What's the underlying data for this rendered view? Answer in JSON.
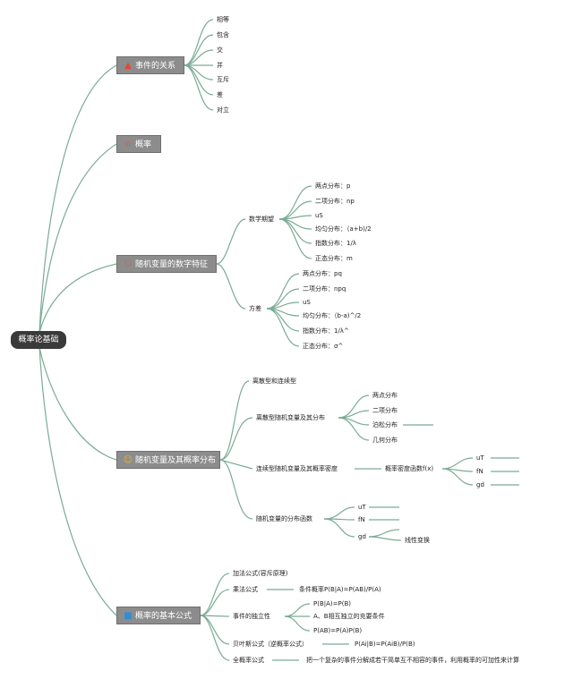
{
  "root": "概率论基础",
  "topics": {
    "relations": {
      "label": "事件的关系",
      "icon": "fire-icon",
      "items": [
        "相等",
        "包含",
        "交",
        "并",
        "互斥",
        "差",
        "对立"
      ]
    },
    "probability": {
      "label": "概率",
      "icon": "star-icon"
    },
    "numeric": {
      "label": "随机变量的数字特征",
      "icon": "heart-icon",
      "expectation": {
        "label": "数学期望",
        "items": [
          "两点分布：p",
          "二项分布：np",
          "uS",
          "均匀分布：（a+b)/2",
          "指数分布：1/λ",
          "正态分布：m"
        ]
      },
      "variance": {
        "label": "方差",
        "items": [
          "两点分布：pq",
          "二项分布：npq",
          "uS",
          "均匀分布：（b-a)^/2",
          "指数分布：1/λ^",
          "正态分布：σ^"
        ]
      }
    },
    "distribution": {
      "label": "随机变量及其概率分布",
      "icon": "smiley-icon",
      "discrete_cont": "离散型和连续型",
      "discrete": {
        "label": "离散型随机变量及其分布",
        "items": [
          "两点分布",
          "二项分布",
          "泊松分布",
          "几何分布"
        ]
      },
      "continuous": {
        "label": "连续型随机变量及其概率密度",
        "density": "概率密度函数f(x)",
        "items": [
          "uT",
          "fN",
          "gd"
        ]
      },
      "cdf": {
        "label": "随机变量的分布函数",
        "items": [
          "uT",
          "fN",
          "gd"
        ],
        "linear": "线性变换"
      }
    },
    "formulas": {
      "label": "概率的基本公式",
      "icon": "square-icon",
      "add": "加法公式(容斥原理)",
      "mult": "乘法公式",
      "cond": "条件概率P(B|A)=P(AB)/P(A)",
      "indep": "事件的独立性",
      "indep_items": [
        "P(B|A)=P(B)",
        "A、B相互独立的充要条件",
        "P(AB)=P(A)P(B)"
      ],
      "bayes": "贝叶斯公式（逆概率公式）",
      "bayes_f": "P(Ai|B)=P(AiB)/P(B)",
      "total": "全概率公式",
      "total_desc": "把一个复杂的事件分解成若干简单互不相容的事件，利用概率的可加性来计算"
    }
  },
  "colors": {
    "line": "#7aab95",
    "topic_bg": "#8c8c8c",
    "root_bg": "#3a3a3a"
  }
}
